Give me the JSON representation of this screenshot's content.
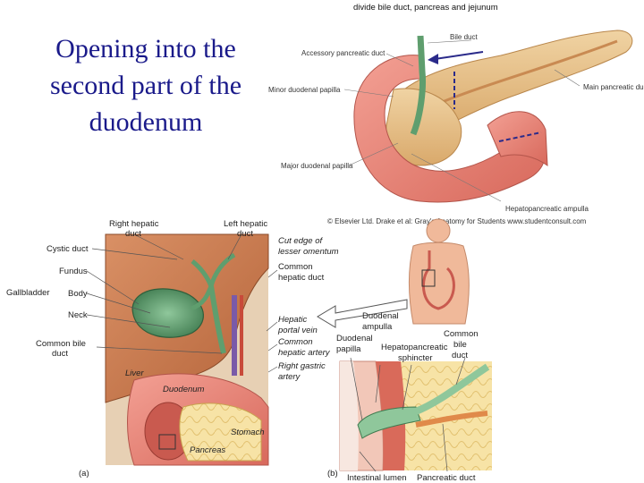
{
  "slide": {
    "title": "Opening into the second part of the duodenum"
  },
  "figure_top": {
    "caption": "divide bile duct, pancreas and jejunum",
    "labels": {
      "accessory_pancreatic_duct": "Accessory pancreatic duct",
      "bile_duct": "Bile duct",
      "minor_duodenal_papilla": "Minor duodenal papilla",
      "main_pancreatic_duct": "Main pancreatic duct",
      "major_duodenal_papilla": "Major duodenal papilla",
      "hepatopancreatic_ampulla": "Hepatopancreatic ampulla"
    },
    "credit": "© Elsevier Ltd. Drake et al: Gray's Anatomy for Students www.studentconsult.com"
  },
  "figure_left": {
    "panel_letter": "(a)",
    "labels": {
      "right_hepatic_duct_1": "Right hepatic",
      "right_hepatic_duct_2": "duct",
      "left_hepatic_duct_1": "Left hepatic",
      "left_hepatic_duct_2": "duct",
      "cystic_duct": "Cystic duct",
      "fundus": "Fundus",
      "gallbladder": "Gallbladder",
      "body": "Body",
      "neck": "Neck",
      "common_bile_duct_1": "Common bile",
      "common_bile_duct_2": "duct",
      "liver": "Liver",
      "duodenum": "Duodenum",
      "stomach": "Stomach",
      "pancreas": "Pancreas"
    }
  },
  "figure_right": {
    "panel_letter": "(b)",
    "labels": {
      "cut_edge_1": "Cut edge of",
      "cut_edge_2": "lesser omentum",
      "common_hepatic_duct_1": "Common",
      "common_hepatic_duct_2": "hepatic duct",
      "hepatic_portal_vein_1": "Hepatic",
      "hepatic_portal_vein_2": "portal vein",
      "common_hepatic_artery_1": "Common",
      "common_hepatic_artery_2": "hepatic artery",
      "right_gastric_artery_1": "Right gastric",
      "right_gastric_artery_2": "artery",
      "duodenal_ampulla_1": "Duodenal",
      "duodenal_ampulla_2": "ampulla",
      "duodenal_papilla_1": "Duodenal",
      "duodenal_papilla_2": "papilla",
      "hepatopancreatic_sphincter_1": "Hepatopancreatic",
      "hepatopancreatic_sphincter_2": "sphincter",
      "common_bile_duct_1": "Common",
      "common_bile_duct_2": "bile",
      "common_bile_duct_3": "duct",
      "intestinal_lumen": "Intestinal lumen",
      "pancreatic_duct": "Pancreatic duct"
    }
  },
  "colors": {
    "title": "#1a1a8a",
    "duodenum": "#e8867a",
    "pancreas": "#e9c48c",
    "gallbladder": "#5f9e6e",
    "liver": "#c67a4c"
  }
}
